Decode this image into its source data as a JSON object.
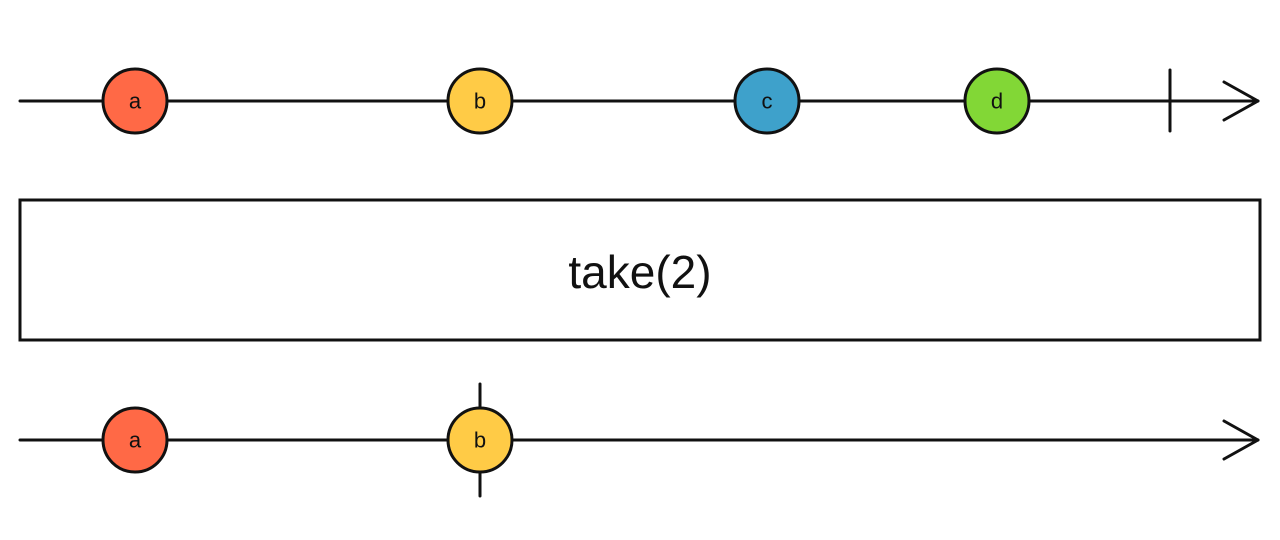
{
  "operator": {
    "label": "take(2)"
  },
  "input_stream": {
    "marbles": [
      {
        "label": "a",
        "color": "#ff6946"
      },
      {
        "label": "b",
        "color": "#ffcb46"
      },
      {
        "label": "c",
        "color": "#3ea1cb"
      },
      {
        "label": "d",
        "color": "#82d736"
      }
    ],
    "completes": true
  },
  "output_stream": {
    "marbles": [
      {
        "label": "a",
        "color": "#ff6946"
      },
      {
        "label": "b",
        "color": "#ffcb46"
      }
    ],
    "completes_at_last_marble": true
  }
}
